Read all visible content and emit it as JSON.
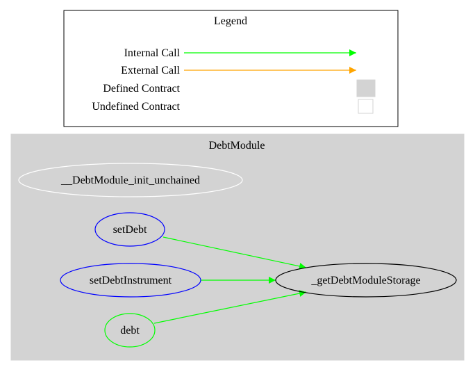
{
  "legend": {
    "title": "Legend",
    "entries": [
      {
        "label": "Internal Call",
        "kind": "arrow",
        "color": "#00ff00"
      },
      {
        "label": "External Call",
        "kind": "arrow",
        "color": "#ffa500"
      },
      {
        "label": "Defined Contract",
        "kind": "swatch",
        "fill": "#d3d3d3",
        "stroke": "#d3d3d3"
      },
      {
        "label": "Undefined Contract",
        "kind": "swatch",
        "fill": "#ffffff",
        "stroke": "#d3d3d3"
      }
    ]
  },
  "cluster": {
    "title": "DebtModule",
    "background": "#d3d3d3"
  },
  "nodes": {
    "init": {
      "label": "__DebtModule_init_unchained",
      "stroke": "#ffffff"
    },
    "setDebt": {
      "label": "setDebt",
      "stroke": "#0000ff"
    },
    "setDebtInstrument": {
      "label": "setDebtInstrument",
      "stroke": "#0000ff"
    },
    "debt": {
      "label": "debt",
      "stroke": "#00ff00"
    },
    "storage": {
      "label": "_getDebtModuleStorage",
      "stroke": "#000000"
    }
  },
  "edges": [
    {
      "from": "setDebt",
      "to": "storage",
      "color": "#00ff00"
    },
    {
      "from": "setDebtInstrument",
      "to": "storage",
      "color": "#00ff00"
    },
    {
      "from": "debt",
      "to": "storage",
      "color": "#00ff00"
    }
  ]
}
